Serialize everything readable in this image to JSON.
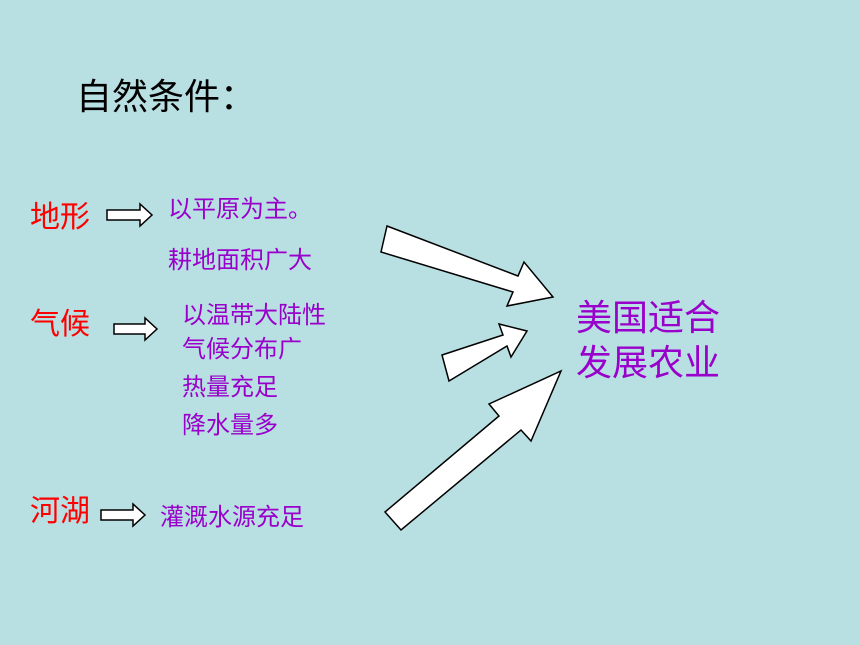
{
  "title": "自然条件：",
  "factors": [
    {
      "name": "地形",
      "details": [
        "以平原为主。",
        "耕地面积广大"
      ]
    },
    {
      "name": "气候",
      "details": [
        "以温带大陆性",
        "气候分布广",
        "热量充足",
        "降水量多"
      ]
    },
    {
      "name": "河湖",
      "details": [
        "灌溉水源充足"
      ]
    }
  ],
  "conclusion": [
    "美国适合",
    "发展农业"
  ],
  "colors": {
    "background": "#b8dfe2",
    "title": "#000000",
    "factor": "#ff0000",
    "detail": "#9900cc",
    "conclusion": "#9900cc"
  }
}
